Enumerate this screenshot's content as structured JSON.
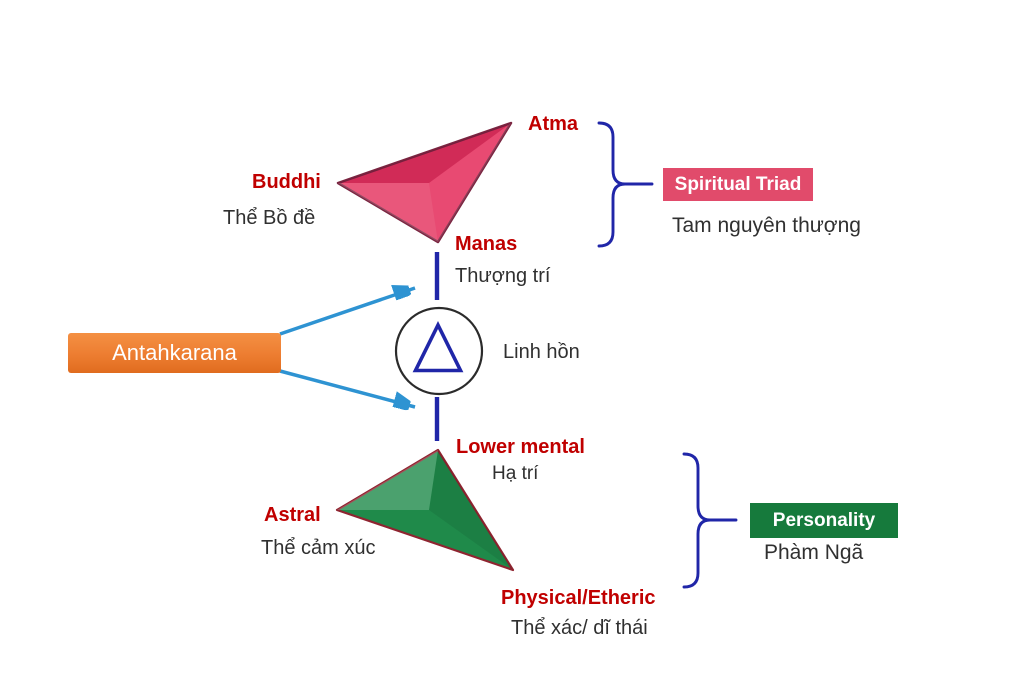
{
  "colors": {
    "label_red": "#C00000",
    "text_dark": "#303030",
    "navy": "#2026A8",
    "arrow_blue": "#2E93D2",
    "pink_fill": "#E5325F",
    "pink_edge": "#7A2440",
    "pink_box": "#E14B6B",
    "green_fill": "#1F8A4A",
    "green_edge": "#8F2430",
    "green_box": "#167A3C",
    "orange": "#ED7D31",
    "circle_stroke": "#2B2B2B"
  },
  "spiritual_triad": {
    "atma": "Atma",
    "buddhi": "Buddhi",
    "buddhi_vi": "Thể Bồ đề",
    "manas": "Manas",
    "manas_vi": "Thượng trí",
    "box_label": "Spiritual Triad",
    "box_label_vi": "Tam nguyên thượng"
  },
  "soul": {
    "label_vi": "Linh hồn"
  },
  "antahkarana": {
    "label": "Antahkarana"
  },
  "personality": {
    "lower_mental": "Lower mental",
    "lower_mental_vi": "Hạ trí",
    "astral": "Astral",
    "astral_vi": "Thể cảm xúc",
    "physical": "Physical/Etheric",
    "physical_vi": "Thể xác/ dĩ thái",
    "box_label": "Personality",
    "box_label_vi": "Phàm Ngã"
  }
}
